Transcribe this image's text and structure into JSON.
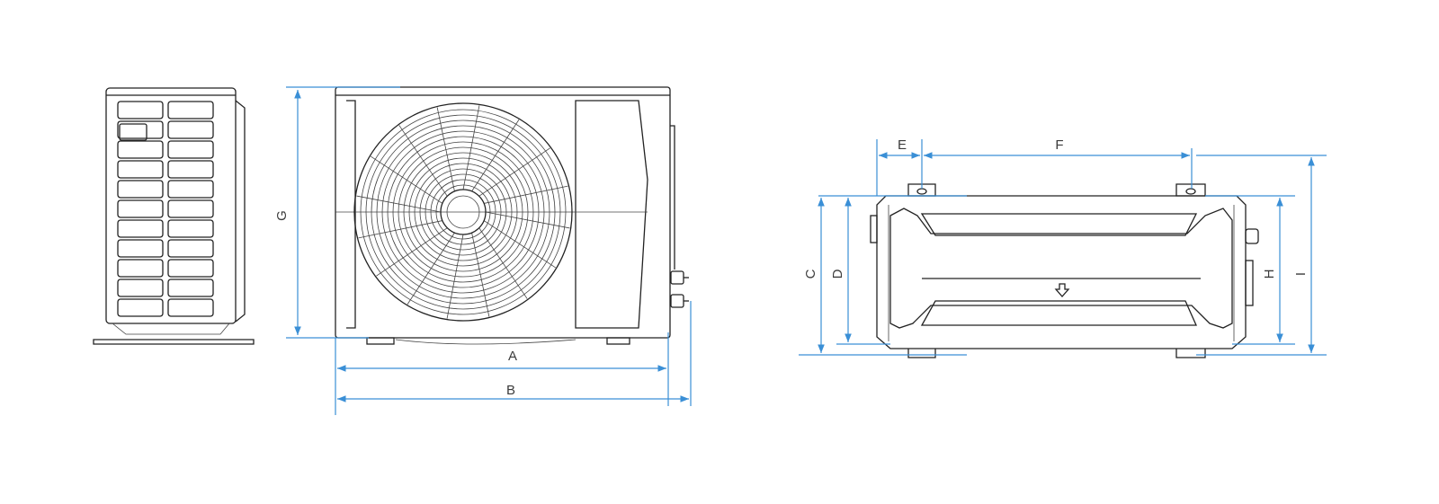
{
  "dimensions": {
    "A": "A",
    "B": "B",
    "C": "C",
    "D": "D",
    "E": "E",
    "F": "F",
    "G": "G",
    "H": "H",
    "I": "I"
  },
  "colors": {
    "dimension_line": "#3a8fd6",
    "outline": "#222222",
    "label": "#3b3b3b"
  }
}
